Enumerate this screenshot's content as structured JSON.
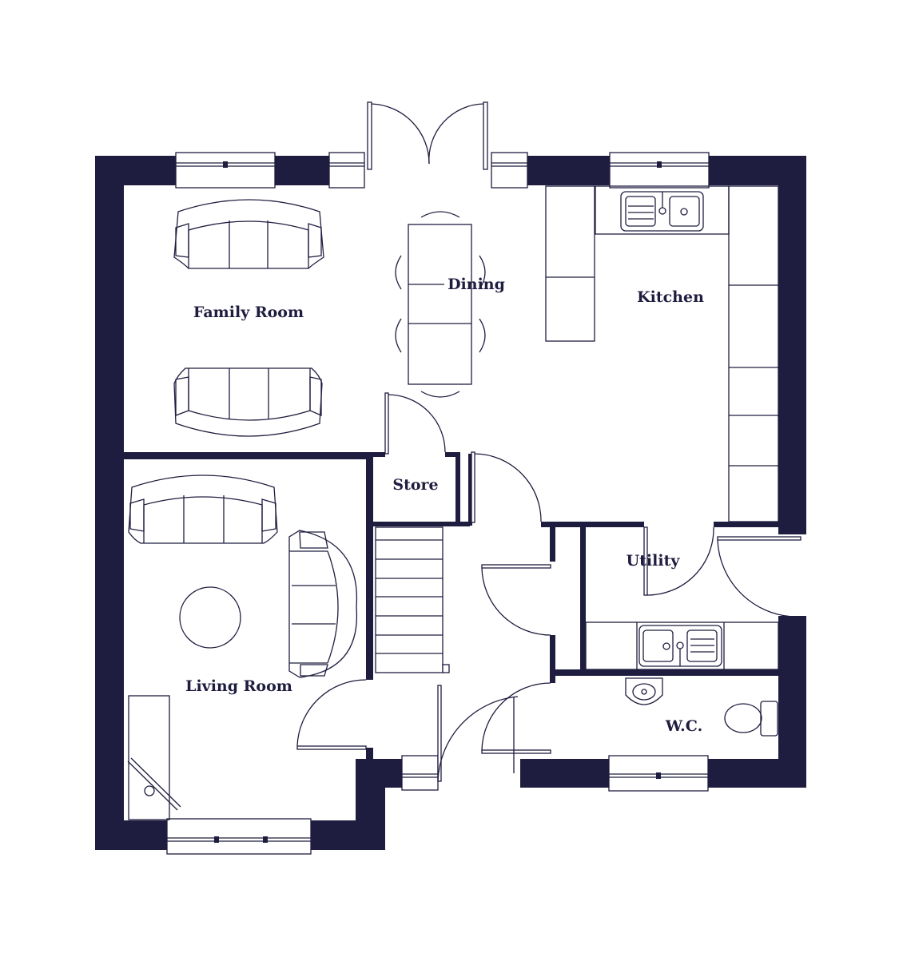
{
  "colors": {
    "wall": "#1f1d3f",
    "line": "#1f1d3f",
    "background": "#ffffff"
  },
  "rooms": {
    "family_room": "Family Room",
    "dining": "Dining",
    "kitchen": "Kitchen",
    "store": "Store",
    "utility": "Utility",
    "living_room": "Living Room",
    "wc": "W.C."
  }
}
